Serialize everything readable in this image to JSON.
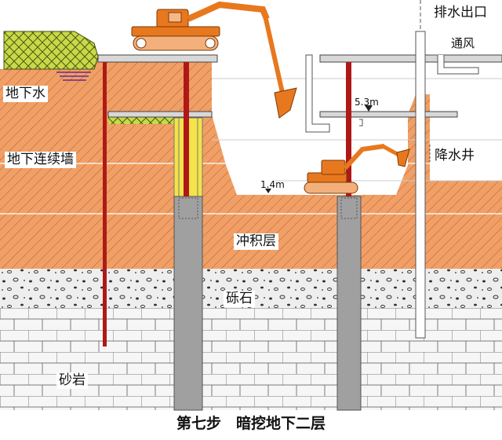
{
  "labels": {
    "drainage_outlet": "排水出口",
    "ventilation": "通风",
    "groundwater": "地下水",
    "diaphragm_wall": "地下连续墙",
    "dewatering_well": "降水井",
    "alluvial_layer": "冲积层",
    "gravel": "砾石",
    "sandstone": "砂岩"
  },
  "dimensions": {
    "upper_clearance": "5.3m",
    "lower_clearance": "1.4m"
  },
  "caption": "第七步　暗挖地下二层",
  "colors": {
    "soil": "#f0a066",
    "hatch": "#c05a28",
    "green_fill": "#c8d848",
    "yellow": "#f4e34a",
    "column": "#a0a0a0",
    "red_column": "#b01818",
    "machine": "#e8781e",
    "slab": "#d8d8d8"
  }
}
